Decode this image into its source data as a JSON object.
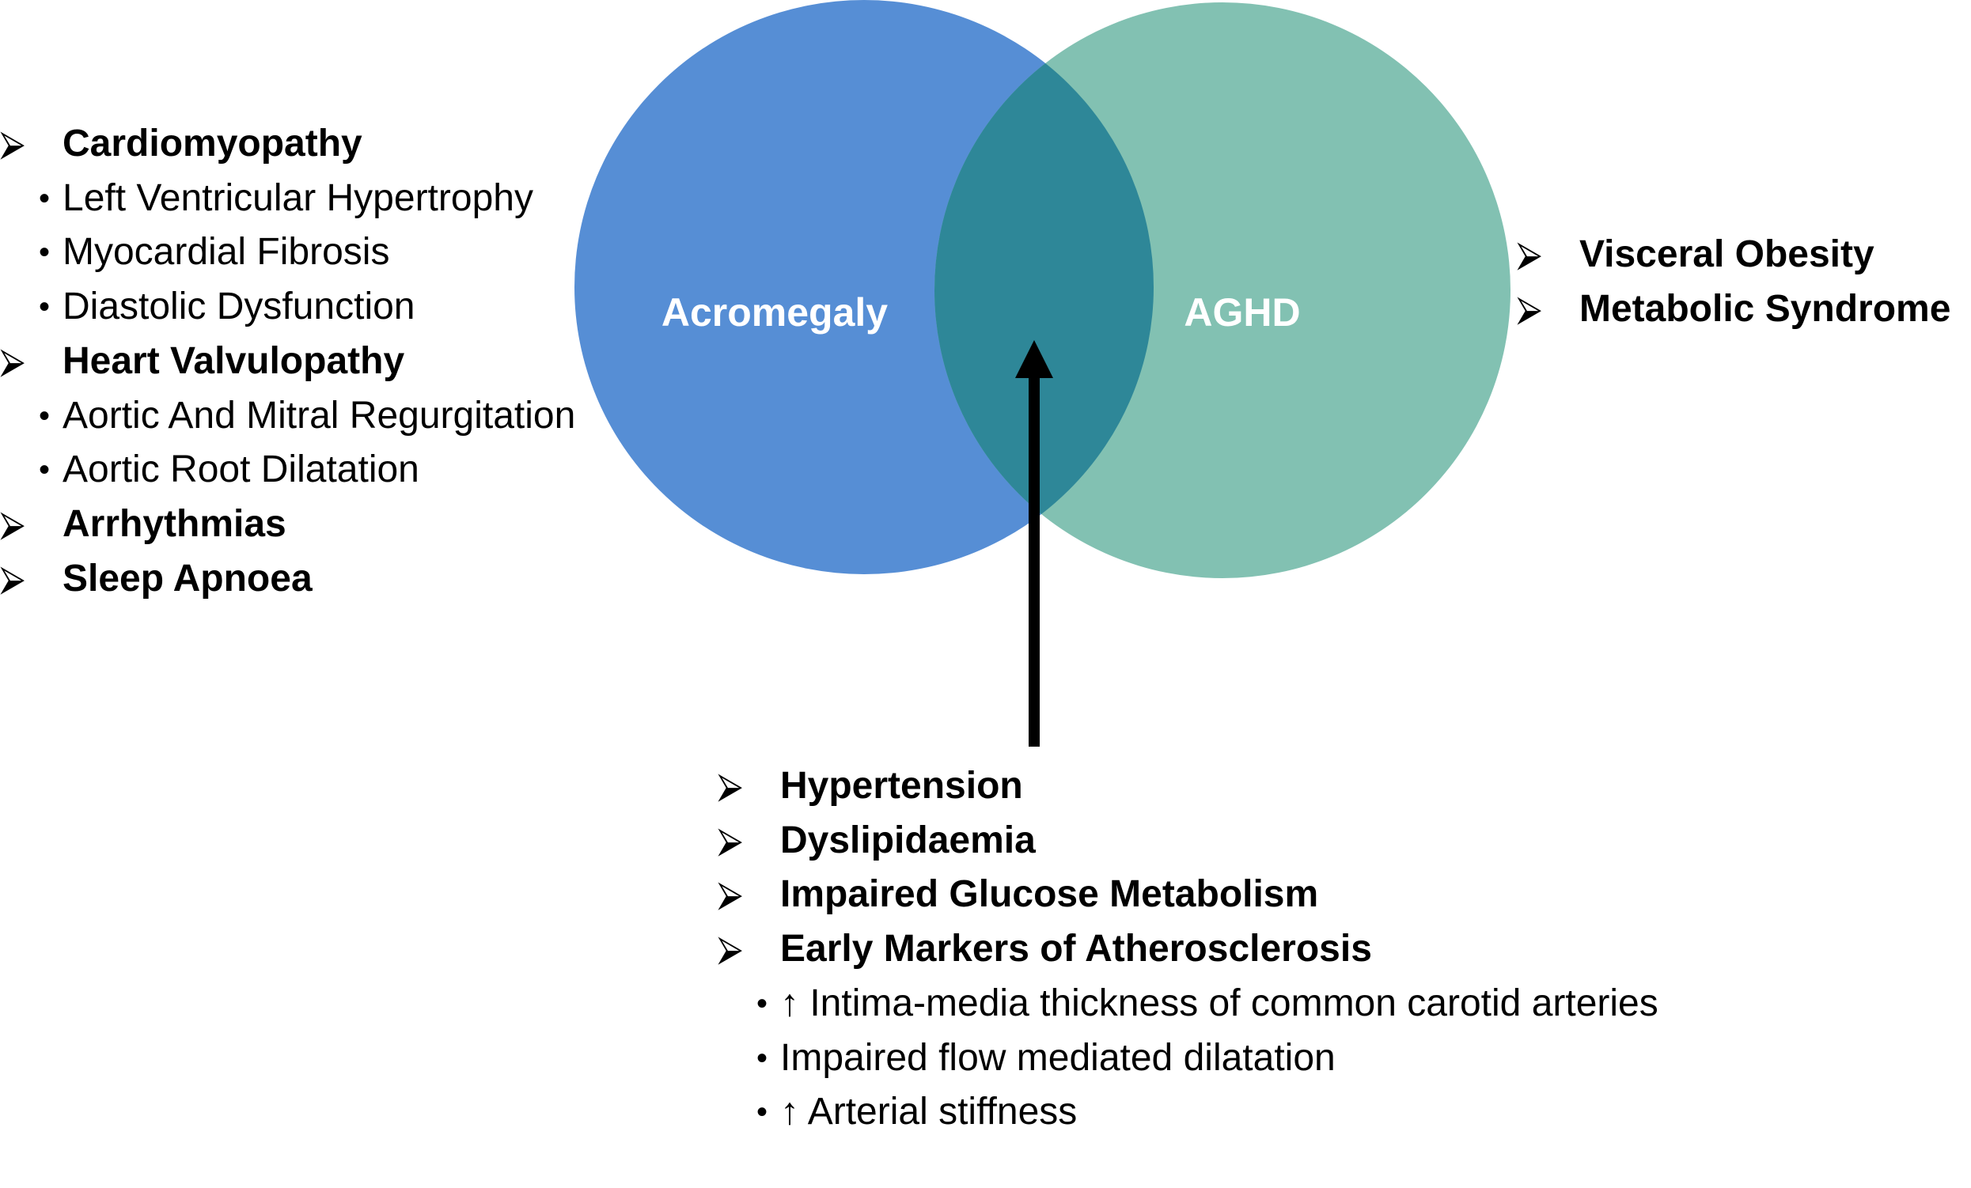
{
  "circles": {
    "left": {
      "label": "Acromegaly",
      "color": "#568ed5"
    },
    "right": {
      "label": "AGHD",
      "color": "#82c1b2"
    },
    "overlap_color": "#2e8798"
  },
  "left_list": [
    {
      "level": "main",
      "text": "Cardiomyopathy"
    },
    {
      "level": "sub",
      "text": "Left Ventricular Hypertrophy"
    },
    {
      "level": "sub",
      "text": "Myocardial Fibrosis"
    },
    {
      "level": "sub",
      "text": "Diastolic Dysfunction"
    },
    {
      "level": "main",
      "text": "Heart Valvulopathy"
    },
    {
      "level": "sub",
      "text": "Aortic And Mitral Regurgitation"
    },
    {
      "level": "sub",
      "text": "Aortic Root Dilatation"
    },
    {
      "level": "main",
      "text": "Arrhythmias"
    },
    {
      "level": "main",
      "text": "Sleep Apnoea"
    }
  ],
  "right_list": [
    {
      "level": "main",
      "text": "Visceral Obesity"
    },
    {
      "level": "main",
      "text": "Metabolic Syndrome"
    }
  ],
  "bottom_list": [
    {
      "level": "main",
      "text": "Hypertension"
    },
    {
      "level": "main",
      "text": "Dyslipidaemia"
    },
    {
      "level": "main",
      "text": "Impaired Glucose Metabolism"
    },
    {
      "level": "main",
      "text": "Early Markers of Atherosclerosis"
    },
    {
      "level": "sub",
      "text": "↑ Intima-media thickness of common carotid arteries"
    },
    {
      "level": "sub",
      "text": " Impaired flow mediated dilatation"
    },
    {
      "level": "sub",
      "text": "↑ Arterial stiffness"
    }
  ],
  "markers": {
    "main": "⮚",
    "sub": "•"
  }
}
